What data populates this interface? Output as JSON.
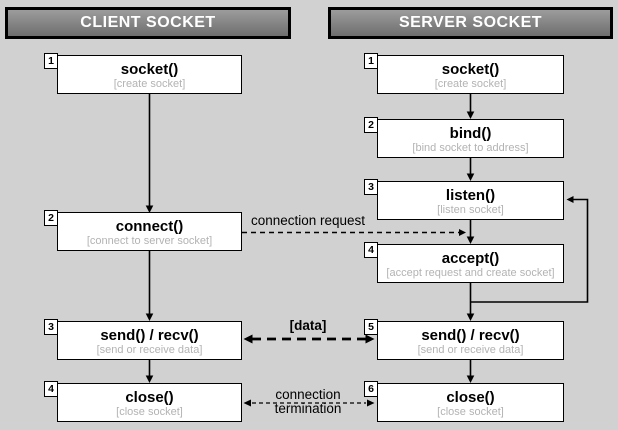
{
  "colors": {
    "background": "#d1d1d1",
    "box_fill": "#ffffff",
    "line": "#000000",
    "subtitle": "#b3b3b3",
    "header_text": "#ffffff",
    "header_gradient_top": "#9c9c9c",
    "header_gradient_bottom": "#6e6e6e"
  },
  "client": {
    "header": "CLIENT SOCKET",
    "steps": [
      {
        "num": "1",
        "title": "socket()",
        "subtitle": "[create socket]"
      },
      {
        "num": "2",
        "title": "connect()",
        "subtitle": "[connect to server socket]"
      },
      {
        "num": "3",
        "title": "send() / recv()",
        "subtitle": "[send or receive data]"
      },
      {
        "num": "4",
        "title": "close()",
        "subtitle": "[close socket]"
      }
    ]
  },
  "server": {
    "header": "SERVER SOCKET",
    "steps": [
      {
        "num": "1",
        "title": "socket()",
        "subtitle": "[create socket]"
      },
      {
        "num": "2",
        "title": "bind()",
        "subtitle": "[bind socket to address]"
      },
      {
        "num": "3",
        "title": "listen()",
        "subtitle": "[listen socket]"
      },
      {
        "num": "4",
        "title": "accept()",
        "subtitle": "[accept request and create socket]"
      },
      {
        "num": "5",
        "title": "send() / recv()",
        "subtitle": "[send or receive data]"
      },
      {
        "num": "6",
        "title": "close()",
        "subtitle": "[close socket]"
      }
    ]
  },
  "connections": {
    "request_label": "connection request",
    "data_label": "[data]",
    "termination_label_line1": "connection",
    "termination_label_line2": "termination"
  }
}
